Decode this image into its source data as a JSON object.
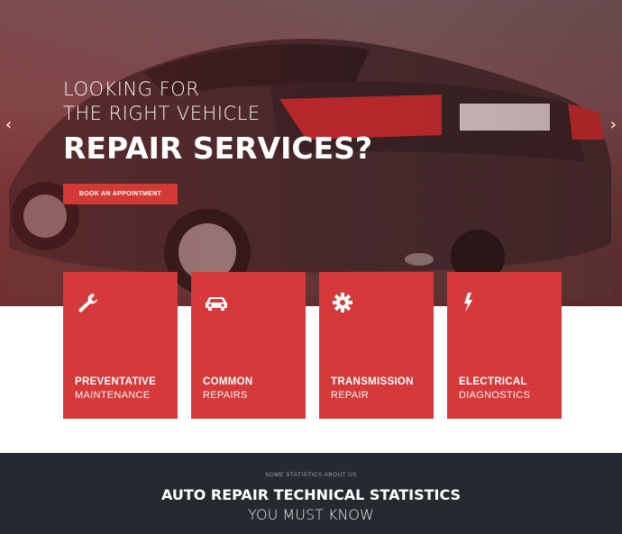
{
  "hero": {
    "headline_line1": "LOOKING FOR",
    "headline_line2": "THE RIGHT VEHICLE",
    "headline_line3": "REPAIR SERVICES?",
    "cta_label": "BOOK AN APPOINTMENT",
    "prev_arrow": "‹",
    "next_arrow": "›",
    "accent_color": "#d33a36"
  },
  "services": [
    {
      "icon": "wrench-icon",
      "title": "PREVENTATIVE",
      "subtitle": "MAINTENANCE"
    },
    {
      "icon": "car-icon",
      "title": "COMMON",
      "subtitle": "REPAIRS"
    },
    {
      "icon": "gear-icon",
      "title": "TRANSMISSION",
      "subtitle": "REPAIR"
    },
    {
      "icon": "lightning-icon",
      "title": "ELECTRICAL",
      "subtitle": "DIAGNOSTICS"
    }
  ],
  "stats": {
    "eyebrow": "SOME STATISTICS ABOUT US",
    "title": "AUTO REPAIR TECHNICAL STATISTICS",
    "subtitle": "YOU MUST KNOW",
    "background_color": "#252a31"
  }
}
